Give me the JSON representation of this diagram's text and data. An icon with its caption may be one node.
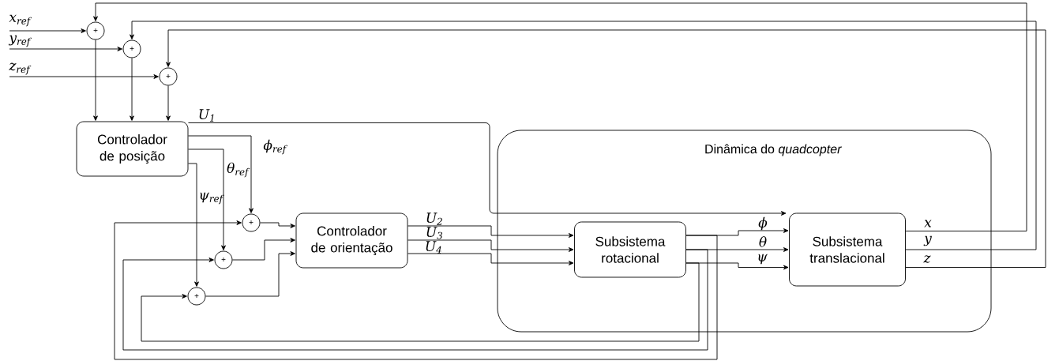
{
  "diagram": {
    "nodes": [
      {
        "text": [
          "+"
        ]
      },
      {
        "text": [
          "+"
        ]
      },
      {
        "text": [
          "+"
        ]
      },
      {
        "text": [
          "Controlador de posição"
        ]
      },
      {
        "text": [
          "+"
        ]
      },
      {
        "text": [
          "+"
        ]
      },
      {
        "text": [
          "+"
        ]
      },
      {
        "text": [
          "Controlador de orientação"
        ]
      },
      {
        "text": [
          "Dinâmica do *quadcopter*"
        ]
      },
      {
        "text": [
          "Subsistema rotacional"
        ],
        "in": 8
      },
      {
        "text": [
          "Subsistema translacional"
        ],
        "in": 8
      }
    ],
    "edges": [
      {
        "from": null,
        "to": 0,
        "arrow": "to",
        "label": "x$_{ref}$"
      },
      {
        "from": null,
        "to": 1,
        "arrow": "to",
        "label": "y$_{ref}$"
      },
      {
        "from": null,
        "to": 2,
        "arrow": "to",
        "label": "z$_{ref}$"
      },
      {
        "from": 0,
        "to": 3,
        "arrow": "to"
      },
      {
        "from": 1,
        "to": 3,
        "arrow": "to"
      },
      {
        "from": 2,
        "to": 3,
        "arrow": "to"
      },
      {
        "from": 3,
        "to": 10,
        "arrow": "to",
        "label": "U$_{1}$"
      },
      {
        "from": 3,
        "to": 4,
        "arrow": "to",
        "label": "ϕ$_{ref}$"
      },
      {
        "from": 3,
        "to": 5,
        "arrow": "to",
        "label": "θ$_{ref}$"
      },
      {
        "from": 3,
        "to": 6,
        "arrow": "to",
        "label": "ψ$_{ref}$"
      },
      {
        "from": 4,
        "to": 7,
        "arrow": "to"
      },
      {
        "from": 5,
        "to": 7,
        "arrow": "to"
      },
      {
        "from": 6,
        "to": 7,
        "arrow": "to"
      },
      {
        "from": 7,
        "to": 9,
        "arrow": "to",
        "label": "U$_{2}$"
      },
      {
        "from": 7,
        "to": 9,
        "arrow": "to",
        "label": "U$_{3}$"
      },
      {
        "from": 7,
        "to": 9,
        "arrow": "to",
        "label": "U$_{4}$"
      },
      {
        "from": 9,
        "to": 10,
        "arrow": "to",
        "label": "ϕ"
      },
      {
        "from": 9,
        "to": 10,
        "arrow": "to",
        "label": "θ"
      },
      {
        "from": 9,
        "to": 10,
        "arrow": "to",
        "label": "ψ"
      },
      {
        "from": 9,
        "to": 4,
        "arrow": "to"
      },
      {
        "from": 9,
        "to": 5,
        "arrow": "to"
      },
      {
        "from": 9,
        "to": 6,
        "arrow": "to"
      },
      {
        "from": 10,
        "to": 0,
        "arrow": "to",
        "label": "x"
      },
      {
        "from": 10,
        "to": 1,
        "arrow": "to",
        "label": "y"
      },
      {
        "from": 10,
        "to": 2,
        "arrow": "to",
        "label": "z"
      }
    ]
  }
}
